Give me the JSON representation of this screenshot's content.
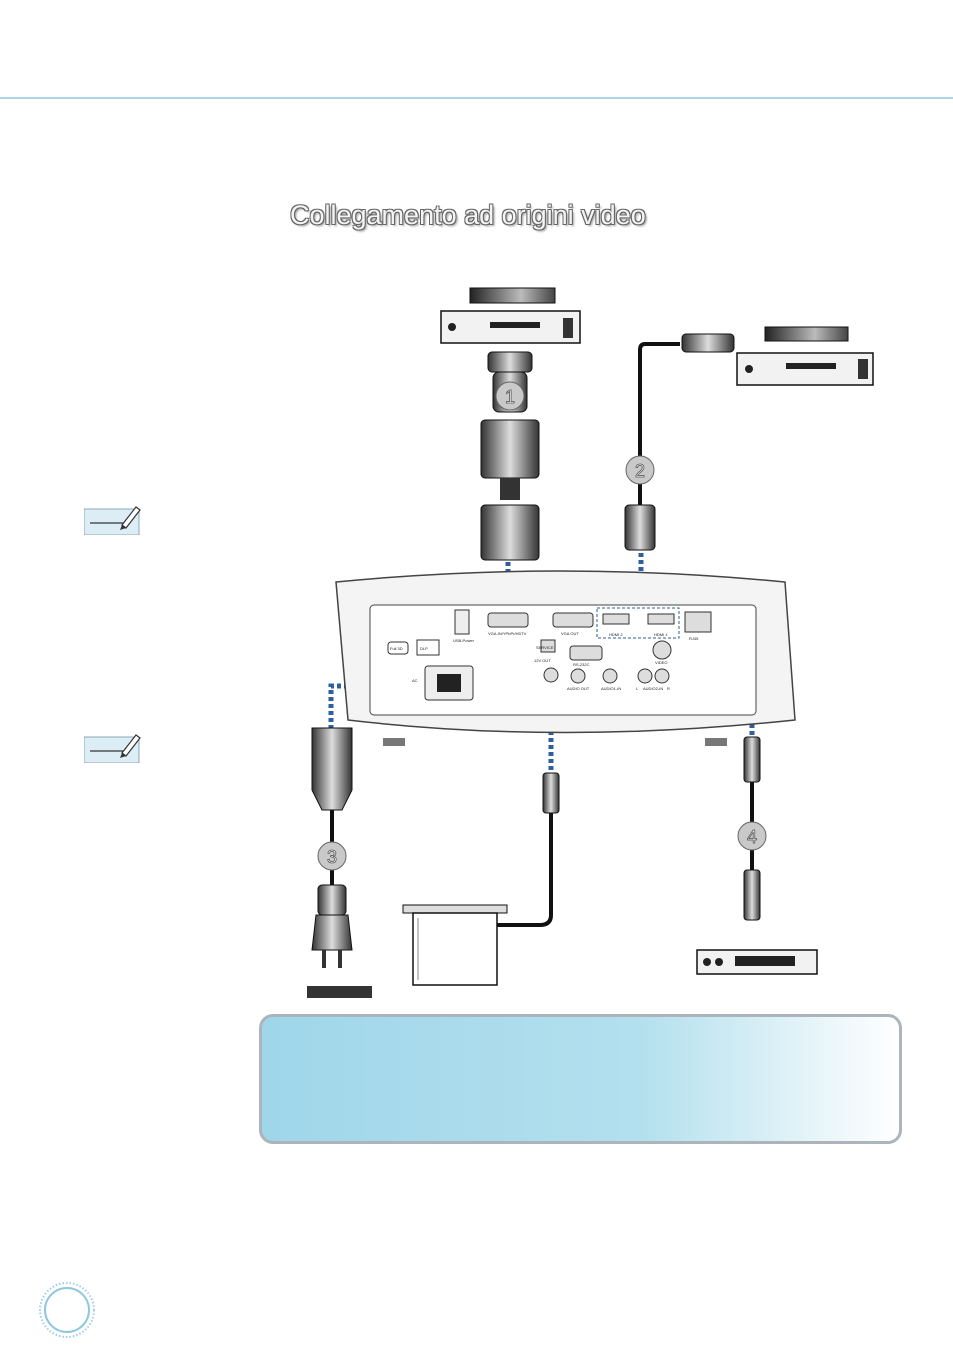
{
  "page": {
    "title": "Collegamento ad origini video"
  },
  "connections": [
    {
      "number": "1"
    },
    {
      "number": "2"
    },
    {
      "number": "3"
    },
    {
      "number": "4"
    }
  ],
  "projector_panel": {
    "ports": {
      "vga_in": "VGA-IN/YPbPr/HDTV",
      "vga_out": "VGA OUT",
      "hdmi2": "HDMI 2",
      "hdmi1": "HDMI 1",
      "rj45": "RJ45",
      "usb": "USB-Power",
      "service": "SERVICE",
      "out12v": "12V OUT",
      "rs232": "RS-232C",
      "audio_out": "AUDIO OUT",
      "audio1": "AUDIO1-IN",
      "audio2_l": "L",
      "audio2": "AUDIO2-IN",
      "audio2_r": "R",
      "video": "VIDEO",
      "ac": "AC"
    },
    "logos": {
      "full3d": "Full 3D",
      "dlp": "DLP"
    }
  },
  "colors": {
    "accent": "#a8d6ea",
    "arrow": "#2f5f9e",
    "title_outline": "#666666"
  }
}
